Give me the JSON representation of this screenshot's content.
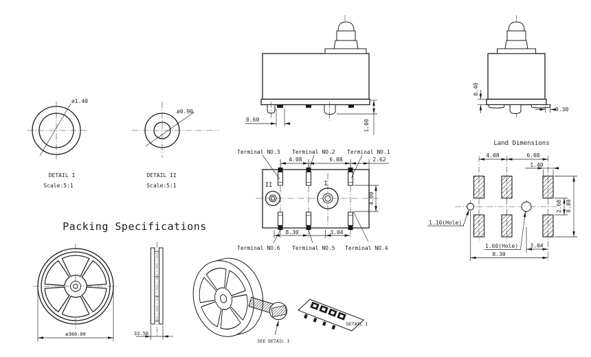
{
  "drawing": {
    "details": {
      "d1_dia": "ø1.40",
      "d1_label": "DETAIL I",
      "d1_scale": "Scale:5:1",
      "d2_dia": "ø0.90",
      "d2_label": "DETAIL II",
      "d2_scale": "Scale:5:1"
    },
    "side_view": {
      "pin_offset": "0.60",
      "pin_height": "1.00"
    },
    "front_view": {
      "base_height": "0.40",
      "foot_overhang": "0.30"
    },
    "bottom_view": {
      "terminals": [
        "Terminal NO.1",
        "Terminal NO.2",
        "Terminal NO.3",
        "Terminal NO.4",
        "Terminal NO.5",
        "Terminal NO.6"
      ],
      "dims": {
        "pitch_a": "4.08",
        "pitch_b": "6.08",
        "edge": "2.62",
        "row_span": "4.00",
        "span_a": "8.30",
        "span_b": "3.04"
      },
      "sections": {
        "i": "I",
        "ii": "II"
      }
    },
    "land": {
      "title": "Land Dimensions",
      "dims": {
        "pitch_a": "4.08",
        "pitch_b": "6.08",
        "pad_w": "1.40",
        "row_gap": "2.60",
        "height": "8.80",
        "span_b": "3.04",
        "span_a": "8.30"
      },
      "holes": {
        "small": "1.10(Hole)",
        "large": "1.60(Hole)"
      }
    },
    "packing": {
      "title": "Packing Specifications",
      "reel_dia": "ø380.00",
      "reel_width": "33.50",
      "see_detail": "SEE DETAIL I",
      "detail_label": "DETAIL I"
    },
    "colors": {
      "line": "#1b1b1b",
      "background": "#ffffff"
    }
  }
}
